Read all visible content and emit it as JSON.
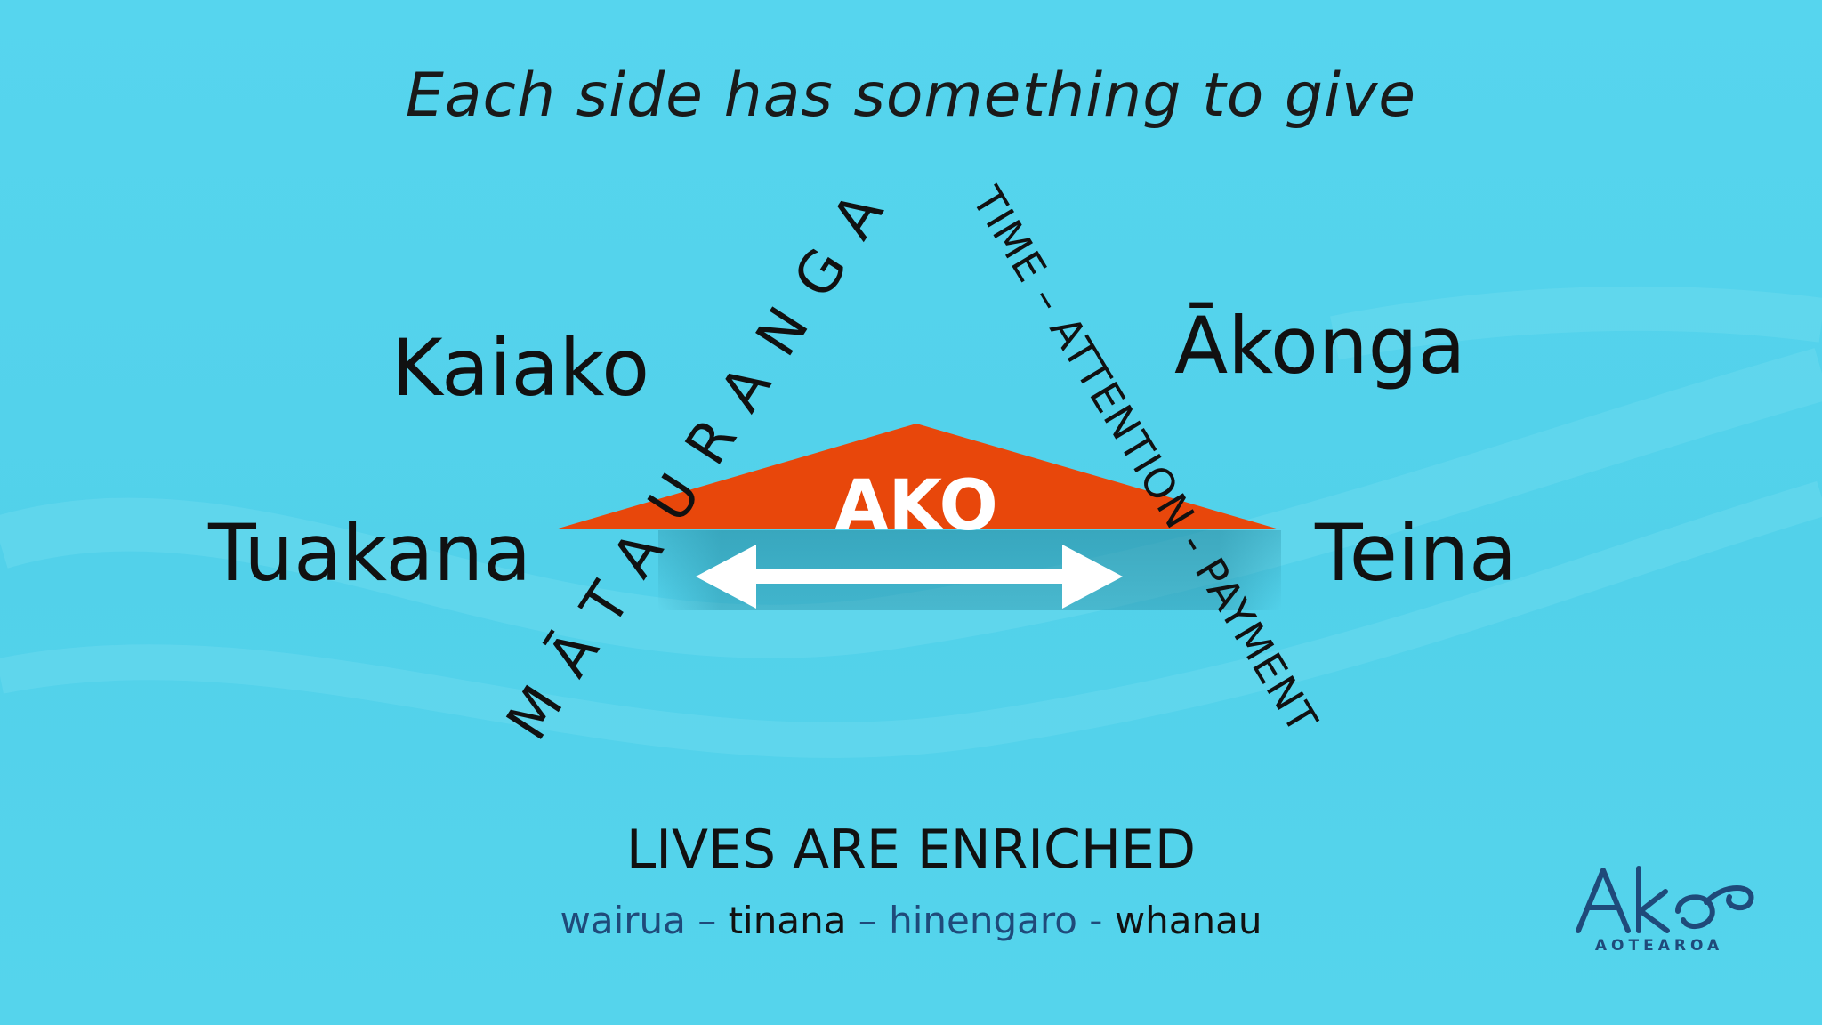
{
  "slide": {
    "title": "Each side has something to give",
    "names": {
      "kaiako": "Kaiako",
      "akonga": "Ākonga",
      "tuakana": "Tuakana",
      "teina": "Teina"
    },
    "side_left": "MĀTAURANGA",
    "side_right": "TIME – ATTENTION - PAYMENT",
    "center_label": "AKO",
    "footer_title": "LIVES ARE ENRICHED",
    "footer_values": [
      {
        "text": "wairua",
        "color": "#1f4a7a"
      },
      {
        "text": " – ",
        "color": "#1f4a7a"
      },
      {
        "text": "tinana",
        "color": "#111111"
      },
      {
        "text": " – ",
        "color": "#1f4a7a"
      },
      {
        "text": "hinengaro",
        "color": "#1f4a7a"
      },
      {
        "text": " - ",
        "color": "#1f4a7a"
      },
      {
        "text": "whanau",
        "color": "#111111"
      }
    ],
    "logo": {
      "name": "Ako",
      "sub": "AOTEAROA",
      "icon": "ako-aotearoa-logo-icon"
    }
  },
  "colors": {
    "background": "#55d3ec",
    "triangle": "#e8470b",
    "arrow": "#ffffff",
    "brand_navy": "#1f4a7a"
  }
}
